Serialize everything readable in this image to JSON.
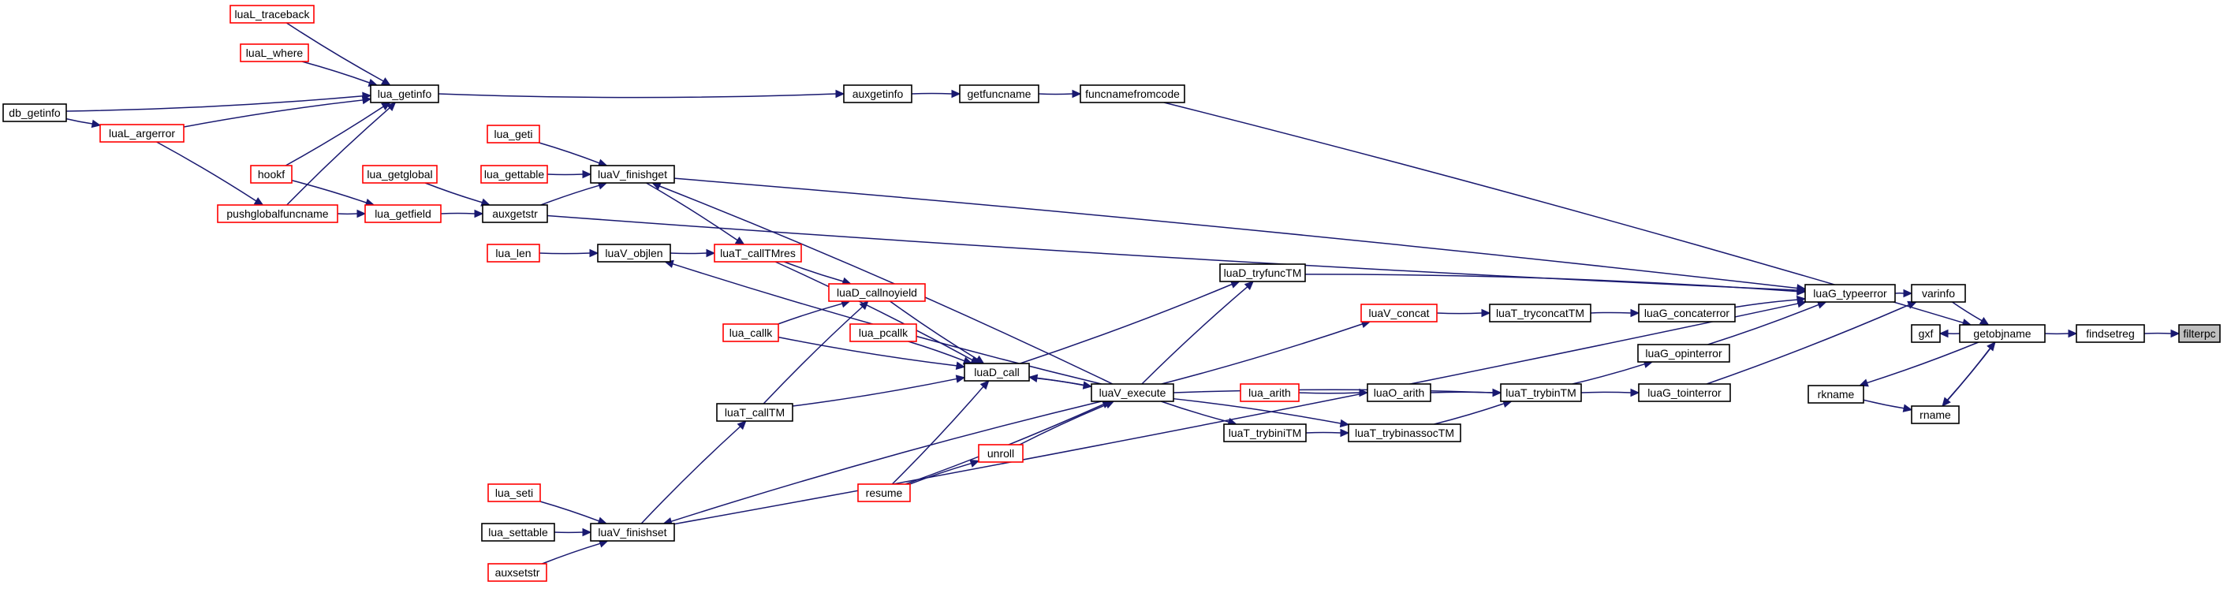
{
  "nodes": [
    {
      "id": "filterpc",
      "label": "filterpc",
      "color": "focus"
    },
    {
      "id": "findsetreg",
      "label": "findsetreg",
      "color": "black"
    },
    {
      "id": "getobjname",
      "label": "getobjname",
      "color": "black"
    },
    {
      "id": "gxf",
      "label": "gxf",
      "color": "black"
    },
    {
      "id": "varinfo",
      "label": "varinfo",
      "color": "black"
    },
    {
      "id": "rname",
      "label": "rname",
      "color": "black"
    },
    {
      "id": "rkname",
      "label": "rkname",
      "color": "black"
    },
    {
      "id": "luaG_typeerror",
      "label": "luaG_typeerror",
      "color": "black"
    },
    {
      "id": "luaG_concaterror",
      "label": "luaG_concaterror",
      "color": "black"
    },
    {
      "id": "luaG_opinterror",
      "label": "luaG_opinterror",
      "color": "black"
    },
    {
      "id": "luaG_tointerror",
      "label": "luaG_tointerror",
      "color": "black"
    },
    {
      "id": "luaT_tryconcatTM",
      "label": "luaT_tryconcatTM",
      "color": "black"
    },
    {
      "id": "luaT_trybinTM",
      "label": "luaT_trybinTM",
      "color": "black"
    },
    {
      "id": "luaV_concat",
      "label": "luaV_concat",
      "color": "red"
    },
    {
      "id": "luaO_arith",
      "label": "luaO_arith",
      "color": "black"
    },
    {
      "id": "lua_arith",
      "label": "lua_arith",
      "color": "red"
    },
    {
      "id": "luaT_trybinassocTM",
      "label": "luaT_trybinassocTM",
      "color": "black"
    },
    {
      "id": "luaT_trybiniTM",
      "label": "luaT_trybiniTM",
      "color": "black"
    },
    {
      "id": "luaD_tryfuncTM",
      "label": "luaD_tryfuncTM",
      "color": "black"
    },
    {
      "id": "luaV_execute",
      "label": "luaV_execute",
      "color": "black"
    },
    {
      "id": "luaD_call",
      "label": "luaD_call",
      "color": "black"
    },
    {
      "id": "luaD_callnoyield",
      "label": "luaD_callnoyield",
      "color": "red"
    },
    {
      "id": "luaT_callTMres",
      "label": "luaT_callTMres",
      "color": "red"
    },
    {
      "id": "luaT_callTM",
      "label": "luaT_callTM",
      "color": "black"
    },
    {
      "id": "luaV_objlen",
      "label": "luaV_objlen",
      "color": "black"
    },
    {
      "id": "lua_len",
      "label": "lua_len",
      "color": "red"
    },
    {
      "id": "luaV_finishget",
      "label": "luaV_finishget",
      "color": "black"
    },
    {
      "id": "lua_geti",
      "label": "lua_geti",
      "color": "red"
    },
    {
      "id": "lua_gettable",
      "label": "lua_gettable",
      "color": "red"
    },
    {
      "id": "auxgetstr",
      "label": "auxgetstr",
      "color": "black"
    },
    {
      "id": "lua_getglobal",
      "label": "lua_getglobal",
      "color": "red"
    },
    {
      "id": "lua_getfield",
      "label": "lua_getfield",
      "color": "red"
    },
    {
      "id": "pushglobalfuncname",
      "label": "pushglobalfuncname",
      "color": "red"
    },
    {
      "id": "hookf",
      "label": "hookf",
      "color": "red"
    },
    {
      "id": "lua_getinfo",
      "label": "lua_getinfo",
      "color": "black"
    },
    {
      "id": "luaL_traceback",
      "label": "luaL_traceback",
      "color": "red"
    },
    {
      "id": "luaL_where",
      "label": "luaL_where",
      "color": "red"
    },
    {
      "id": "db_getinfo",
      "label": "db_getinfo",
      "color": "black"
    },
    {
      "id": "luaL_argerror",
      "label": "luaL_argerror",
      "color": "red"
    },
    {
      "id": "auxgetinfo",
      "label": "auxgetinfo",
      "color": "black"
    },
    {
      "id": "getfuncname",
      "label": "getfuncname",
      "color": "black"
    },
    {
      "id": "funcnamefromcode",
      "label": "funcnamefromcode",
      "color": "black"
    },
    {
      "id": "lua_callk",
      "label": "lua_callk",
      "color": "red"
    },
    {
      "id": "lua_pcallk",
      "label": "lua_pcallk",
      "color": "red"
    },
    {
      "id": "resume",
      "label": "resume",
      "color": "red"
    },
    {
      "id": "unroll",
      "label": "unroll",
      "color": "red"
    },
    {
      "id": "luaV_finishset",
      "label": "luaV_finishset",
      "color": "black"
    },
    {
      "id": "lua_seti",
      "label": "lua_seti",
      "color": "red"
    },
    {
      "id": "lua_settable",
      "label": "lua_settable",
      "color": "black"
    },
    {
      "id": "auxsetstr",
      "label": "auxsetstr",
      "color": "red"
    }
  ],
  "edges": [
    {
      "from": "findsetreg",
      "to": "filterpc"
    },
    {
      "from": "getobjname",
      "to": "findsetreg"
    },
    {
      "from": "getobjname",
      "to": "gxf"
    },
    {
      "from": "varinfo",
      "to": "getobjname"
    },
    {
      "from": "getobjname",
      "to": "rkname"
    },
    {
      "from": "rname",
      "to": "getobjname"
    },
    {
      "from": "getobjname",
      "to": "rname"
    },
    {
      "from": "rkname",
      "to": "rname"
    },
    {
      "from": "luaG_typeerror",
      "to": "varinfo"
    },
    {
      "from": "luaG_tointerror",
      "to": "varinfo"
    },
    {
      "from": "luaG_concaterror",
      "to": "luaG_typeerror"
    },
    {
      "from": "luaG_opinterror",
      "to": "luaG_typeerror"
    },
    {
      "from": "luaT_tryconcatTM",
      "to": "luaG_concaterror"
    },
    {
      "from": "luaT_trybinTM",
      "to": "luaG_opinterror"
    },
    {
      "from": "luaT_trybinTM",
      "to": "luaG_tointerror"
    },
    {
      "from": "luaV_concat",
      "to": "luaT_tryconcatTM"
    },
    {
      "from": "luaO_arith",
      "to": "luaT_trybinTM"
    },
    {
      "from": "lua_arith",
      "to": "luaO_arith"
    },
    {
      "from": "luaV_execute",
      "to": "luaT_trybinTM"
    },
    {
      "from": "luaT_trybinassocTM",
      "to": "luaT_trybinTM"
    },
    {
      "from": "luaT_trybiniTM",
      "to": "luaT_trybinassocTM"
    },
    {
      "from": "luaV_execute",
      "to": "luaT_trybiniTM"
    },
    {
      "from": "luaV_execute",
      "to": "luaT_trybinassocTM"
    },
    {
      "from": "luaV_execute",
      "to": "luaV_concat"
    },
    {
      "from": "luaV_execute",
      "to": "luaD_tryfuncTM"
    },
    {
      "from": "luaD_call",
      "to": "luaD_tryfuncTM"
    },
    {
      "from": "luaD_tryfuncTM",
      "to": "luaG_typeerror"
    },
    {
      "from": "luaV_execute",
      "to": "luaD_call"
    },
    {
      "from": "luaD_call",
      "to": "luaV_execute"
    },
    {
      "from": "luaD_callnoyield",
      "to": "luaD_call"
    },
    {
      "from": "luaT_callTMres",
      "to": "luaD_call"
    },
    {
      "from": "luaT_callTMres",
      "to": "luaD_callnoyield"
    },
    {
      "from": "luaT_callTM",
      "to": "luaD_callnoyield"
    },
    {
      "from": "luaT_callTM",
      "to": "luaD_call"
    },
    {
      "from": "lua_callk",
      "to": "luaD_callnoyield"
    },
    {
      "from": "lua_callk",
      "to": "luaD_call"
    },
    {
      "from": "lua_pcallk",
      "to": "luaD_call"
    },
    {
      "from": "resume",
      "to": "luaD_call"
    },
    {
      "from": "resume",
      "to": "unroll"
    },
    {
      "from": "resume",
      "to": "luaV_execute"
    },
    {
      "from": "unroll",
      "to": "luaV_execute"
    },
    {
      "from": "luaV_objlen",
      "to": "luaT_callTMres"
    },
    {
      "from": "luaV_execute",
      "to": "luaV_objlen"
    },
    {
      "from": "lua_len",
      "to": "luaV_objlen"
    },
    {
      "from": "luaV_finishget",
      "to": "luaT_callTMres"
    },
    {
      "from": "luaV_execute",
      "to": "luaV_finishget"
    },
    {
      "from": "luaV_finishget",
      "to": "luaG_typeerror"
    },
    {
      "from": "auxgetstr",
      "to": "luaG_typeerror"
    },
    {
      "from": "lua_geti",
      "to": "luaV_finishget"
    },
    {
      "from": "lua_gettable",
      "to": "luaV_finishget"
    },
    {
      "from": "auxgetstr",
      "to": "luaV_finishget"
    },
    {
      "from": "lua_getglobal",
      "to": "auxgetstr"
    },
    {
      "from": "lua_getfield",
      "to": "auxgetstr"
    },
    {
      "from": "pushglobalfuncname",
      "to": "lua_getfield"
    },
    {
      "from": "hookf",
      "to": "lua_getfield"
    },
    {
      "from": "hookf",
      "to": "lua_getinfo"
    },
    {
      "from": "pushglobalfuncname",
      "to": "lua_getinfo"
    },
    {
      "from": "luaL_traceback",
      "to": "lua_getinfo"
    },
    {
      "from": "luaL_where",
      "to": "lua_getinfo"
    },
    {
      "from": "db_getinfo",
      "to": "lua_getinfo"
    },
    {
      "from": "luaL_argerror",
      "to": "lua_getinfo"
    },
    {
      "from": "db_getinfo",
      "to": "luaL_argerror"
    },
    {
      "from": "luaL_argerror",
      "to": "pushglobalfuncname"
    },
    {
      "from": "lua_getinfo",
      "to": "auxgetinfo"
    },
    {
      "from": "auxgetinfo",
      "to": "getfuncname"
    },
    {
      "from": "getfuncname",
      "to": "funcnamefromcode"
    },
    {
      "from": "funcnamefromcode",
      "to": "getobjname"
    },
    {
      "from": "luaV_execute",
      "to": "luaV_finishset"
    },
    {
      "from": "luaV_finishset",
      "to": "luaT_callTM"
    },
    {
      "from": "luaV_finishset",
      "to": "luaG_typeerror"
    },
    {
      "from": "lua_seti",
      "to": "luaV_finishset"
    },
    {
      "from": "lua_settable",
      "to": "luaV_finishset"
    },
    {
      "from": "auxsetstr",
      "to": "luaV_finishset"
    }
  ]
}
